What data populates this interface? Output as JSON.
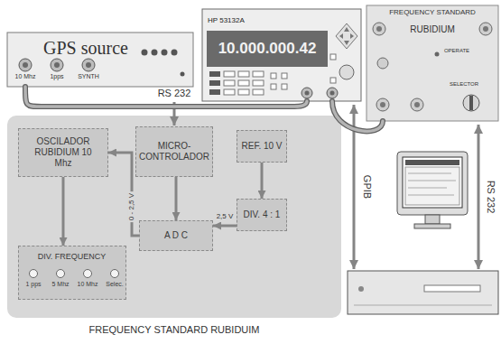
{
  "diagram": {
    "caption": "FREQUENCY STANDARD RUBIDUIM",
    "nodes": [
      {
        "text": [
          "GPS source"
        ]
      },
      {
        "text": [
          "HP 53132A",
          "10.000.000.42"
        ]
      },
      {
        "text": [
          "FREQUENCY STANDARD",
          "RUBIDIUM"
        ]
      },
      {
        "text": [
          "OSCILADOR RUBIDIUM 10 Mhz"
        ]
      },
      {
        "text": [
          "MICRO-CONTROLADOR"
        ]
      },
      {
        "text": [
          "REF. 10 V"
        ]
      },
      {
        "text": [
          "DIV. FREQUENCY",
          "1 pps",
          "5 Mhz",
          "10 Mhz",
          "Selec."
        ]
      },
      {
        "text": [
          "A D C"
        ]
      },
      {
        "text": [
          "DIV. 4 : 1"
        ]
      }
    ],
    "edges": [
      {
        "from": 0,
        "to": 1,
        "arrow": "none"
      },
      {
        "from": 2,
        "to": 1,
        "arrow": "none"
      },
      {
        "from": 4,
        "to": 7,
        "arrow": "to"
      },
      {
        "from": 7,
        "to": 3,
        "label": "0 - 2,5 V",
        "arrow": "to"
      },
      {
        "from": 5,
        "to": 8,
        "arrow": "to"
      },
      {
        "from": 8,
        "to": 7,
        "label": "2,5 V",
        "arrow": "to"
      },
      {
        "from": 3,
        "to": 6,
        "arrow": "to"
      }
    ],
    "labels": [
      "10 Mhz",
      "1pps",
      "SYNTH",
      "OPERATE",
      "SELECTOR",
      "RS 232",
      "GPIB",
      "RS 232"
    ]
  }
}
